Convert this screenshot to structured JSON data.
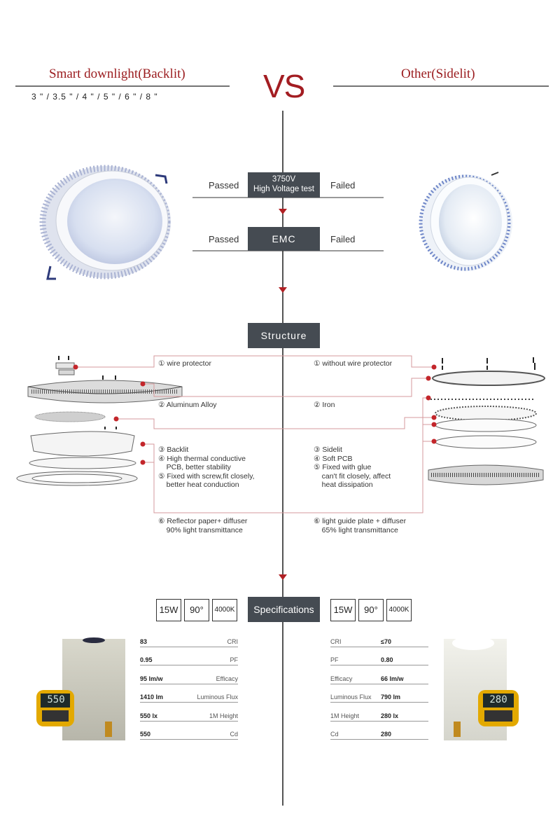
{
  "header": {
    "left_title": "Smart downlight(Backlit)",
    "sizes": "3 \" / 3.5 \" / 4 \" / 5 \" / 6 \" / 8 \"",
    "vs": "VS",
    "right_title": "Other(Sidelit)"
  },
  "tests": [
    {
      "label_line1": "3750V",
      "label_line2": "High Voltage test",
      "left": "Passed",
      "right": "Failed"
    },
    {
      "label": "EMC",
      "left": "Passed",
      "right": "Failed"
    }
  ],
  "structure": {
    "title": "Structure",
    "left": {
      "item1": "① wire protector",
      "item2": "② Aluminum Alloy",
      "item3": [
        "③ Backlit",
        "④ High thermal conductive",
        "    PCB, better stability",
        "⑤ Fixed with screw,fit closely,",
        "    better heat conduction"
      ],
      "item6": [
        "⑥ Reflector paper+ diffuser",
        "    90% light transmittance"
      ]
    },
    "right": {
      "item1": "① without wire protector",
      "item2": "② Iron",
      "item3": [
        "③ Sidelit",
        "④ Soft PCB",
        "⑤ Fixed with glue",
        "    can't fit closely, affect",
        "    heat dissipation"
      ],
      "item6": [
        "⑥ light guide plate + diffuser",
        "    65% light transmittance"
      ]
    }
  },
  "specifications": {
    "title": "Specifications",
    "tags": [
      "15W",
      "90°",
      "4000K"
    ],
    "left_meter": "550",
    "right_meter": "280",
    "left_rows": [
      {
        "value": "83",
        "name": "CRI"
      },
      {
        "value": "0.95",
        "name": "PF"
      },
      {
        "value": "95 lm/w",
        "name": "Efficacy"
      },
      {
        "value": "1410 lm",
        "name": "Luminous Flux"
      },
      {
        "value": "550 lx",
        "name": "1M Height"
      },
      {
        "value": "550",
        "name": "Cd"
      }
    ],
    "right_rows": [
      {
        "name": "CRI",
        "value": "≤70"
      },
      {
        "name": "PF",
        "value": "0.80"
      },
      {
        "name": "Efficacy",
        "value": "66 lm/w"
      },
      {
        "name": "Luminous Flux",
        "value": "790 lm"
      },
      {
        "name": "1M Height",
        "value": "280 lx"
      },
      {
        "name": "Cd",
        "value": "280"
      }
    ]
  },
  "colors": {
    "accent_red": "#a31d22",
    "box_gray": "#454b52"
  }
}
